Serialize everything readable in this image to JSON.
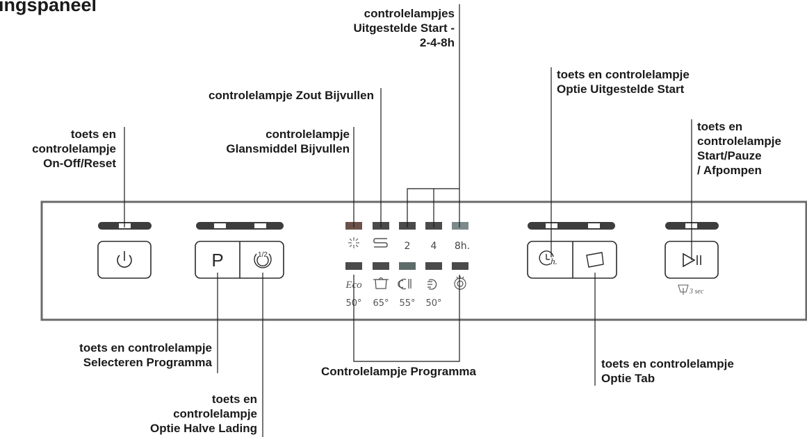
{
  "title": "ingspaneel",
  "callouts": {
    "on_off": [
      "toets en",
      "controlelampje",
      "On-Off/Reset"
    ],
    "glans": [
      "controlelampje",
      "Glansmiddel Bijvullen"
    ],
    "zout": [
      "controlelampje Zout Bijvullen"
    ],
    "uitgesteld_lampjes": [
      "controlelampjes",
      "Uitgestelde Start -",
      "2-4-8h"
    ],
    "uitgesteld_toets": [
      "toets en controlelampje",
      "Optie Uitgestelde Start"
    ],
    "start_pauze": [
      "toets en",
      "controlelampje",
      "Start/Pauze",
      "/ Afpompen"
    ],
    "programma_toets": [
      "toets en controlelampje",
      "Selecteren Programma"
    ],
    "halve_lading": [
      "toets en",
      "controlelampje",
      "Optie Halve Lading"
    ],
    "programma_lampje": [
      "Controlelampje Programma"
    ],
    "tab": [
      "toets en controlelampje",
      "Optie Tab"
    ]
  },
  "panel": {
    "buttons": {
      "power_icon": "power-icon",
      "program_label": "P",
      "half_load_label": "1/2",
      "delay_icon_label": "h.",
      "tab_icon": "tab-icon",
      "start_pause_icon": "play-pause-icon",
      "drain_hint": "3 sec"
    },
    "delay_labels": [
      "2",
      "4",
      "8h."
    ],
    "temps": [
      "50°",
      "65°",
      "55°",
      "50°"
    ],
    "eco_label": "Eco",
    "colors": {
      "led_dark": "#4a4a4a",
      "led_glans": "#6b5248",
      "led_delay8": "#7b8a8a",
      "led_prog_mid": "#5d6b69",
      "panel_border": "#6a6a6a"
    }
  }
}
